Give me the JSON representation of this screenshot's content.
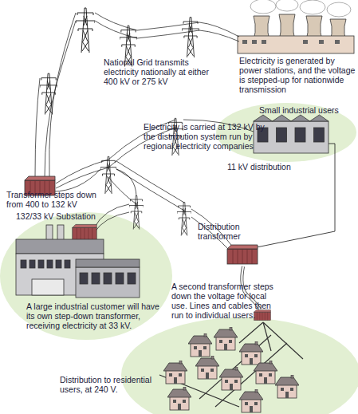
{
  "diagram": {
    "nodes": [
      {
        "text": [
          "Small industrial users"
        ]
      },
      {
        "text": [
          "132/33 kV Substation",
          "A large industrial customer will have its own step-down transformer, receiving electricity at 33 kV."
        ]
      },
      {
        "text": [
          "A second transformer steps down the voltage for local use. Lines and cables then run to individual users.",
          "Distribution to residential users, at 240 V."
        ]
      }
    ],
    "labels": [
      "National Grid transmits electricity nationally at either 400 kV or 275 kV",
      "Electricity is generated by power stations, and the voltage is stepped-up for nationwide transmission",
      "Electricity is carried at 132 kV by the distribution system run by regional electricity companies",
      "11 kV distribution",
      "Transformer steps down from 400 to 132 kV",
      "Distribution transformer"
    ]
  }
}
